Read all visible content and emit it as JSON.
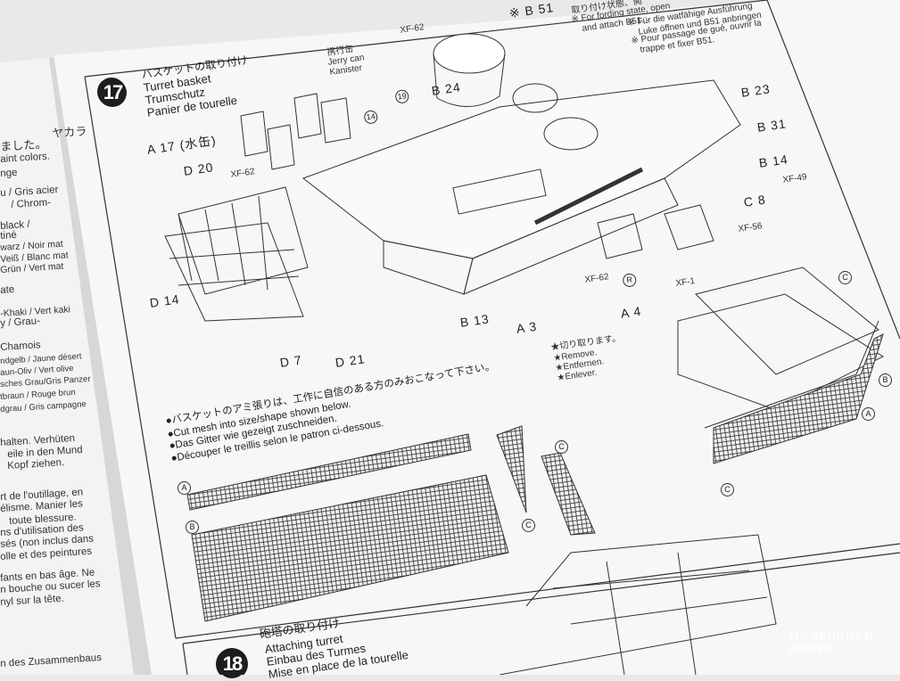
{
  "left_page": {
    "lines_top": [
      "ヤカラ",
      "ました。",
      "aint colors.",
      "nge",
      "u / Gris acier",
      "/ Chrom-",
      "black /",
      "tiné",
      "warz / Noir mat",
      "Veiß / Blanc mat",
      "Grün / Vert mat",
      "ate",
      "-Khaki / Vert kaki",
      "y / Grau-",
      "Chamois",
      "ndgelb / Jaune désert",
      "aun-Oliv / Vert olive",
      "sches Grau/Gris Panzer",
      "tbraun / Rouge brun",
      "dgrau / Gris campagne"
    ],
    "lines_bottom": [
      "halten. Verhüten",
      "eile in den Mund",
      "Kopf ziehen.",
      "rt de l'outillage, en",
      "élisme. Manier les",
      "toute blessure.",
      "ns d'utilisation des",
      "sés (non inclus dans",
      "olle et des peintures",
      "fants en bas âge. Ne",
      "n bouche ou sucer les",
      "nyl sur la tête.",
      "n des Zusammenbaus"
    ]
  },
  "step17": {
    "number": "17",
    "title_jp": "バスケットの取り付け",
    "title_en": "Turret basket",
    "title_de": "Trumschutz",
    "title_fr": "Panier de tourelle",
    "labels": {
      "jerry_jp": "携行缶",
      "jerry_en": "Jerry can",
      "jerry_de": "Kanister",
      "a17": "A 17 (水缶)",
      "d20": "D 20",
      "xf62a": "XF-62",
      "d14": "D 14",
      "d7": "D 7",
      "d21": "D 21",
      "b13": "B 13",
      "a3": "A 3",
      "a4": "A 4",
      "xf62b": "XF-62",
      "r": "R",
      "b51": "※ B 51",
      "xf62c": "XF-62",
      "c19": "19",
      "b24": "B 24",
      "c14": "14",
      "b23": "B 23",
      "b31": "B 31",
      "b14": "B 14",
      "xf49": "XF-49",
      "c8": "C 8",
      "xf56": "XF-56",
      "xf1": "XF-1"
    },
    "fording_note": [
      "取り付け状態、開",
      "※ For fording state, open",
      "and attach B51.",
      "※ Für die watfähige Ausführung",
      "Luke öffnen und B51 anbringen",
      "※ Pour passage de gué, ouvrir la",
      "trappe et fixer B51."
    ],
    "remove_note": [
      "★切り取ります。",
      "★Remove.",
      "★Entfernen.",
      "★Enlever."
    ],
    "mesh_instructions": [
      "●バスケットのアミ張りは、工作に自信のある方のみおこなって下さい。",
      "●Cut mesh into size/shape shown below.",
      "●Das Gitter wie gezeigt zuschneiden.",
      "●Découper le treillis selon le patron ci-dessous."
    ],
    "mesh_marks": [
      "A",
      "B",
      "C",
      "C"
    ],
    "detail_marks": [
      "C",
      "B",
      "A",
      "C"
    ]
  },
  "step18": {
    "number": "18",
    "title_jp": "砲塔の取り付け",
    "title_en": "Attaching turret",
    "title_de": "Einbau des Turmes",
    "title_fr": "Mise en place de la tourelle"
  },
  "watermark": [
    "МОДЕЛЬНАЯ",
    "ЛАВКА"
  ]
}
